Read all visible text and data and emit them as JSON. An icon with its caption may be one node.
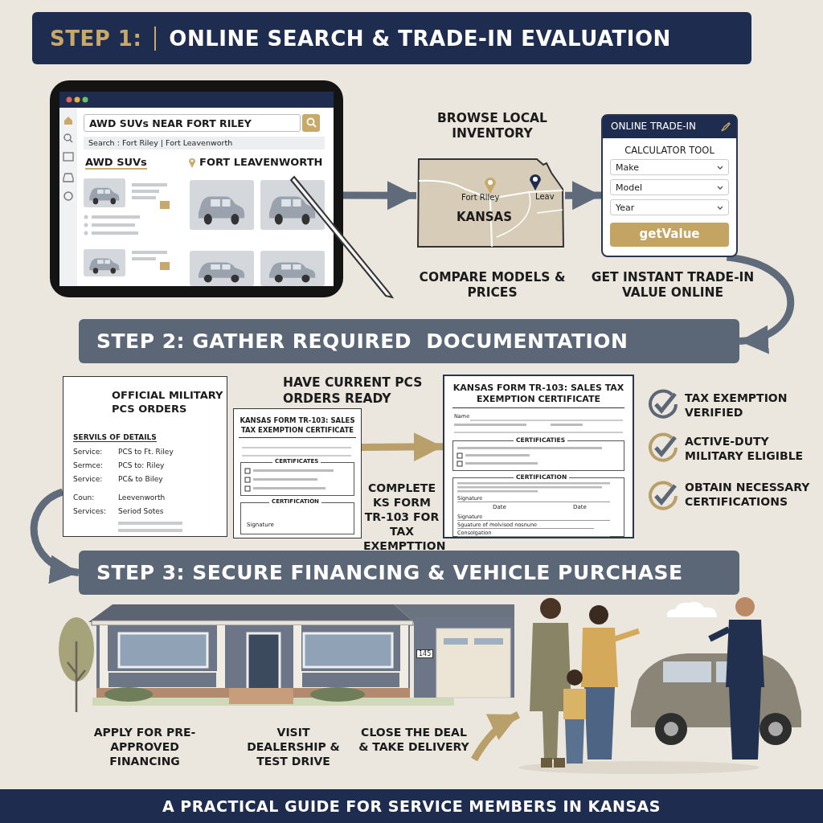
{
  "diagram": {
    "caption": "A PRACTICAL GUIDE FOR SERVICE MEMBERS IN KANSAS",
    "nodes": [
      {
        "text": [
          "STEP 1:",
          "ONLINE SEARCH & TRADE-IN EVALUATION"
        ]
      },
      {
        "text": [
          "AWD SUVs NEAR FORT RILEY",
          "Search : Fort Riley | Fort Leavenworth",
          "AWD SUVs",
          "FORT LEAVENWORTH"
        ]
      },
      {
        "text": [
          "Fort Riley",
          "Leav",
          "KANSAS"
        ],
        "beside": [
          "BROWSE LOCAL INVENTORY",
          "COMPARE MODELS & PRICES"
        ]
      },
      {
        "text": [
          "ONLINE TRADE-IN",
          "CALCULATOR TOOL",
          "Make",
          "Model",
          "Year",
          "getValue"
        ],
        "beside": [
          "GET INSTANT TRADE-IN VALUE ONLINE"
        ]
      },
      {
        "text": [
          "STEP 2: GATHER REQUIRED  DOCUMENTATION"
        ]
      },
      {
        "text": [
          "OFFICIAL MILITARY PCS ORDERS",
          "SERVILS OF DETAILS",
          "Service:",
          "PCS to Ft. Riley",
          "Sermce:",
          "PCS to: Riley",
          "Service:",
          "PC& to Biley",
          "Coun:",
          "Leevenworth",
          "Services:",
          "Seriod Sotes"
        ]
      },
      {
        "text": [
          "KANSAS FORM TR-103: SALES TAX EXEMPTION CERTIFICATE",
          "CERTIFICATES",
          "CERTIFICATION",
          "Signature"
        ]
      },
      {
        "text": [
          "KANSAS FORM TR-103: SALES TAX EXEMPTION CERTIFICATE",
          "Name",
          "CERTIFICATIES",
          "CERTIFICATION",
          "Signature",
          "Date",
          "Date",
          "Signature",
          "Sguature of molvisod nosnune",
          "Consolgation"
        ]
      },
      {
        "text": [
          "STEP 3: SECURE FINANCING & VEHICLE PURCHASE"
        ]
      },
      {
        "text": [
          "145"
        ]
      },
      {
        "text": [],
        "shape": "picture"
      }
    ],
    "edges": [
      {
        "from": 1,
        "to": 2,
        "arrow": "to"
      },
      {
        "from": 2,
        "to": 3,
        "arrow": "to"
      },
      {
        "from": 3,
        "to": 4,
        "arrow": "to"
      },
      {
        "from": 6,
        "to": 7,
        "arrow": "to",
        "color": "#b9a06a"
      },
      {
        "from": 5,
        "to": 8,
        "arrow": "to"
      },
      {
        "from": null,
        "to": 10,
        "arrow": "to",
        "color": "#b9a06a"
      }
    ],
    "labels": [
      "HAVE CURRENT PCS ORDERS READY",
      "COMPLETE KS FORM TR-103 FOR TAX EXEMPTTION",
      "TAX EXEMPTION VERIFIED",
      "ACTIVE-DUTY MILITARY ELIGIBLE",
      "OBTAIN NECESSARY CERTIFICATIONS",
      "APPLY FOR PRE-APPROVED FINANCING",
      "VISIT DEALERSHIP & TEST DRIVE",
      "CLOSE THE DEAL & TAKE DELIVERY"
    ]
  }
}
